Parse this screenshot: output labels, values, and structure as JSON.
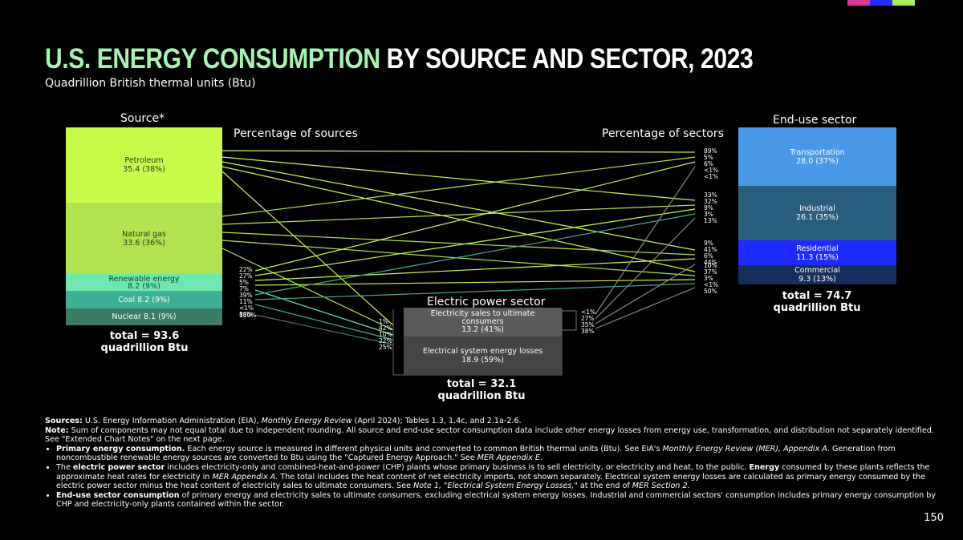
{
  "title": {
    "highlight": "U.S. ENERGY CONSUMPTION",
    "rest": "BY SOURCE AND SECTOR, 2023"
  },
  "subtitle": "Quadrillion British thermal units (Btu)",
  "colors": {
    "petroleum": "#c7fb4b",
    "natural_gas": "#b0e44f",
    "renewable": "#6ee8b0",
    "coal": "#3fae96",
    "nuclear": "#3a7d64",
    "transportation": "#4a99e8",
    "industrial": "#2a5e7e",
    "residential": "#1e2cff",
    "commercial": "#152f5c",
    "elec_sales": "#5a5a5a",
    "elec_losses": "#444444",
    "accent_pink": "#d63c97",
    "accent_blue": "#2c2cff",
    "accent_green": "#a6ec5d"
  },
  "source": {
    "heading": "Source*",
    "pct_heading": "Percentage of sources",
    "items": [
      {
        "label": "Petroleum",
        "value": "35.4 (38%)"
      },
      {
        "label": "Natural gas",
        "value": "33.6 (36%)"
      },
      {
        "label": "Renewable energy",
        "value": "8.2 (9%)"
      },
      {
        "label": "Coal 8.2 (9%)"
      },
      {
        "label": "Nuclear 8.1 (9%)"
      }
    ],
    "total": [
      "total = 93.6",
      "quadrillion Btu"
    ],
    "pcts": [
      "22%",
      "27%",
      "5%",
      "7%",
      "39%",
      "11%",
      "<1%",
      "89%",
      "100%"
    ]
  },
  "electric": {
    "heading": "Electric power sector",
    "items": [
      {
        "label": "Electricity sales to ultimate consumers",
        "value": "13.2 (41%)"
      },
      {
        "label": "Electrical system energy losses",
        "value": "18.9 (59%)"
      }
    ],
    "in_pcts": [
      "1%",
      "42%",
      "10%",
      "22%",
      "25%"
    ],
    "out_pcts": [
      "<1%",
      "27%",
      "35%",
      "38%"
    ],
    "total": [
      "total = 32.1",
      "quadrillion Btu"
    ]
  },
  "sector": {
    "heading": "End-use sector",
    "pct_heading": "Percentage of sectors",
    "items": [
      {
        "label": "Transportation",
        "value": "28.0 (37%)"
      },
      {
        "label": "Industrial",
        "value": "26.1 (35%)"
      },
      {
        "label": "Residential",
        "value": "11.3 (15%)"
      },
      {
        "label": "Commercial",
        "value": "9.3 (13%)"
      }
    ],
    "pct_groups": [
      [
        "89%",
        "5%",
        "6%",
        "<1%",
        "<1%"
      ],
      [
        "33%",
        "32%",
        "9%",
        "3%",
        "13%"
      ],
      [
        "9%",
        "41%",
        "6%",
        "44%"
      ],
      [
        "10%",
        "37%",
        "3%",
        "<1%",
        "50%"
      ]
    ],
    "total": [
      "total = 74.7",
      "quadrillion Btu"
    ]
  },
  "notes": {
    "sources_label": "Sources:",
    "sources_a": " U.S. Energy Information Administration (EIA), ",
    "sources_b": "Monthly Energy Review",
    "sources_c": " (April 2024); Tables 1.3, 1.4c, and 2.1a-2.6.",
    "note_label": "Note:",
    "note_text": " Sum of components may not equal total due to independent rounding. All source and end-use sector consumption data include other energy losses from energy use, transformation, and distribution not separately identified. See \"Extended Chart Notes\" on the next page.",
    "b1_bold": "Primary energy consumption.",
    "b1_a": " Each energy source is measured in different physical units and converted to common British thermal units (Btu). See EIA's ",
    "b1_b": "Monthly Energy Review (MER), Appendix A",
    "b1_c": ". Generation from noncombustible renewable energy sources are converted to Btu using the \"Captured Energy Approach.\" See ",
    "b1_d": "MER Appendix E",
    "b1_e": ".",
    "b2_a": "The ",
    "b2_bold": "electric power sector",
    "b2_b": " includes electricity-only and combined-heat-and-power (CHP) plants whose primary business is to sell electricity, or electricity and heat, to the public. ",
    "b2_bold2": "Energy",
    "b2_c": " consumed by these plants reflects the approximate heat rates for electricity in ",
    "b2_d": "MER Appendix A",
    "b2_e": ". The total includes the heat content of net electricity imports, not shown separately. Electrical system energy losses are calculated as primary energy consumed by the electric power sector minus the heat content of electricity sales to ultimate consumers. See ",
    "b2_f": "Note 1, \"Electrical System Energy Losses,\"",
    "b2_g": " at the end of ",
    "b2_h": "MER Section 2",
    "b2_i": ".",
    "b3_bold": "End-use sector consumption",
    "b3_a": " of primary energy and electricity sales to ultimate consumers, excluding electrical system energy losses. Industrial and commercial sectors' consumption includes primary energy consumption by CHP and electricity-only plants contained within the sector."
  },
  "page_number": "150"
}
